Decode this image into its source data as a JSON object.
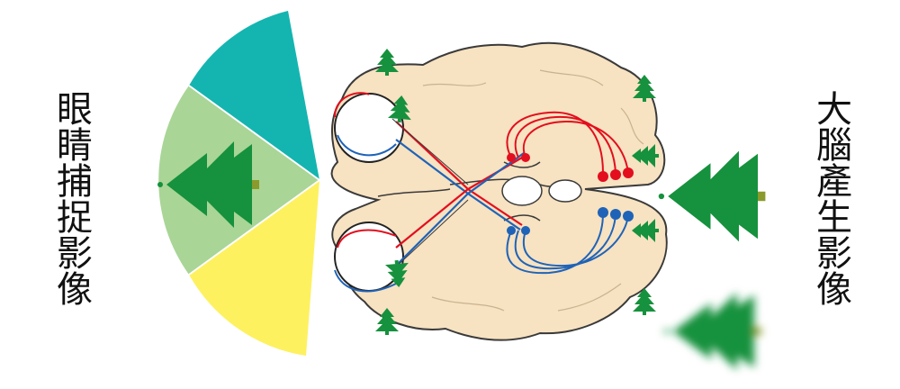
{
  "labels": {
    "left": "眼睛捕捉影像",
    "right": "大腦產生影像"
  },
  "colors": {
    "field_teal": "#14b5b0",
    "field_green": "#a9d596",
    "field_yellow": "#fdf160",
    "brain_fill": "#f7e2c1",
    "outline": "#222222",
    "left_path_red": "#e30e1e",
    "right_path_blue": "#1f63b8",
    "tree_green": "#16913d",
    "tree_trunk": "#8a9a2c"
  },
  "icons": [
    "tree-icon",
    "eye-icon",
    "brain-outline"
  ]
}
